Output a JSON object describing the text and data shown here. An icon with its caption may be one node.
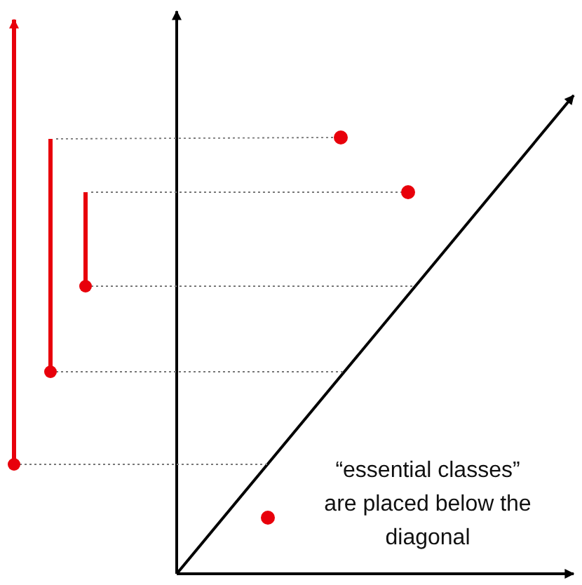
{
  "diagram": {
    "nodes": [
      {
        "text": [],
        "shape": "bar"
      },
      {
        "text": [],
        "shape": "bar"
      },
      {
        "text": [],
        "shape": "bar"
      },
      {
        "text": [],
        "shape": "circle"
      },
      {
        "text": [],
        "shape": "circle"
      },
      {
        "text": [],
        "shape": "circle"
      }
    ],
    "edges": [
      {
        "from": 1,
        "to": 3,
        "arrow": "none",
        "style": "dashed"
      },
      {
        "from": 2,
        "to": 4,
        "arrow": "none",
        "style": "dashed"
      },
      {
        "from": 2,
        "to": null,
        "arrow": "none",
        "style": "dashed"
      },
      {
        "from": 1,
        "to": null,
        "arrow": "none",
        "style": "dashed"
      },
      {
        "from": 0,
        "to": null,
        "arrow": "none",
        "style": "dashed"
      }
    ],
    "labels": [
      "“essential classes” are placed below the diagonal"
    ]
  }
}
